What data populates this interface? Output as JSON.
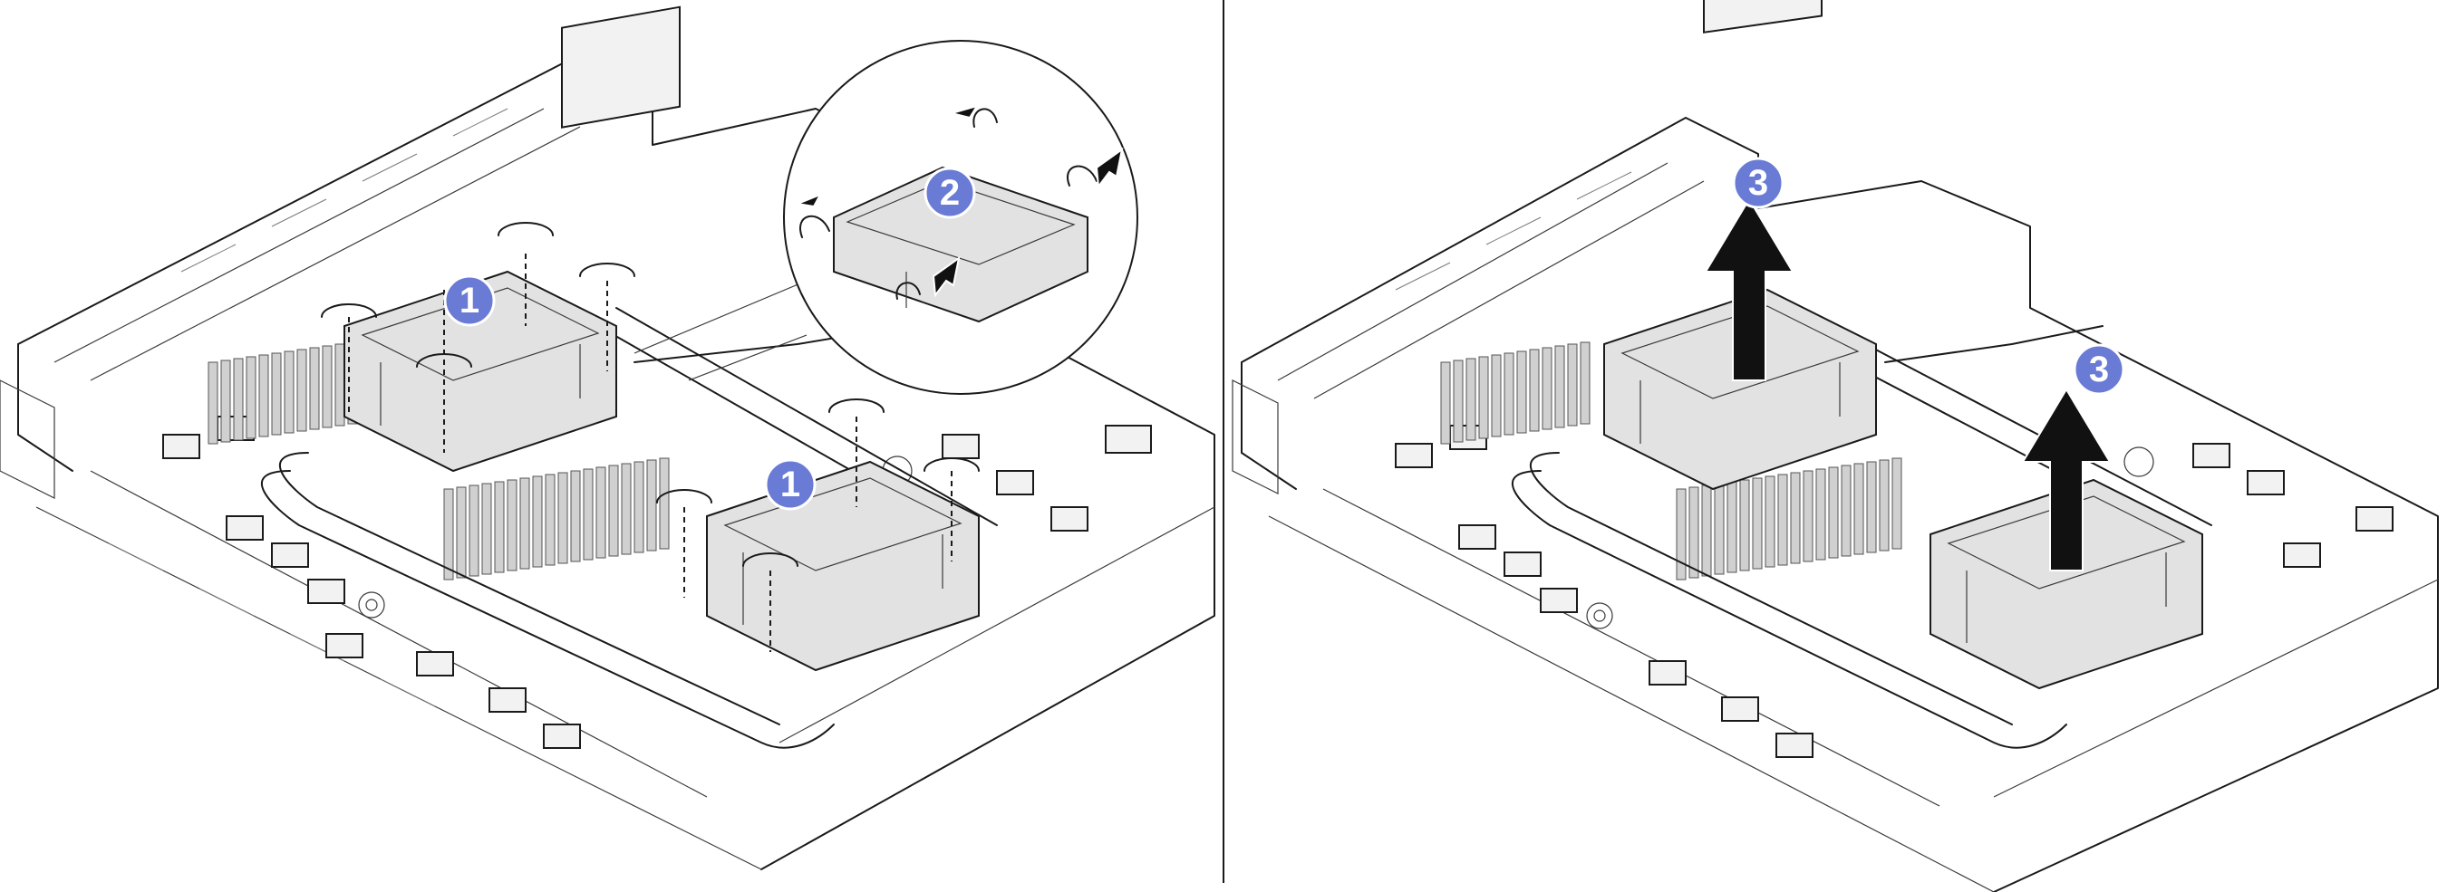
{
  "badges": {
    "left_step1_a": "1",
    "left_step1_b": "1",
    "left_step2": "2",
    "right_step3_a": "3",
    "right_step3_b": "3"
  },
  "colors": {
    "badge": "#6a7bd6",
    "line": "#1a1a1a",
    "component_fill": "#e2e2e2",
    "divider": "#1a1a1a"
  },
  "icons": {
    "loosen_nut": "rotating-arrow-icon",
    "release_handle": "push-arrow-icon",
    "lift_module": "up-arrow-icon"
  }
}
